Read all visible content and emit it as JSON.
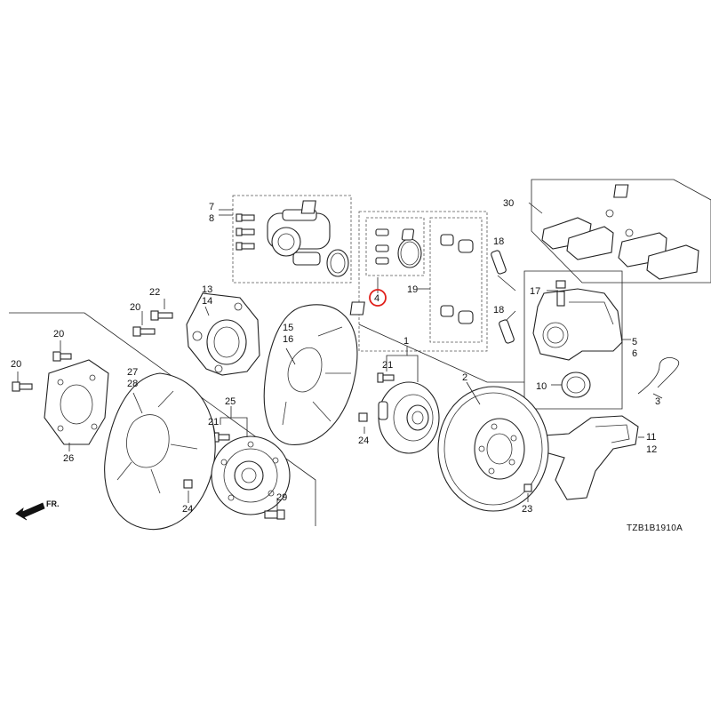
{
  "diagram_code": "TZB1B1910A",
  "direction_label": "FR.",
  "highlighted_callout": "4",
  "highlight_color": "#e0201b",
  "callouts": {
    "c1": "1",
    "c2": "2",
    "c3": "3",
    "c4": "4",
    "c5": "5",
    "c6": "6",
    "c7": "7",
    "c8": "8",
    "c10": "10",
    "c11": "11",
    "c12": "12",
    "c13": "13",
    "c14": "14",
    "c15": "15",
    "c16": "16",
    "c17": "17",
    "c18a": "18",
    "c18b": "18",
    "c19": "19",
    "c20a": "20",
    "c20b": "20",
    "c20c": "20",
    "c21a": "21",
    "c21b": "21",
    "c22": "22",
    "c23": "23",
    "c24a": "24",
    "c24b": "24",
    "c25": "25",
    "c26": "26",
    "c27": "27",
    "c28": "28",
    "c29": "29",
    "c30": "30"
  }
}
